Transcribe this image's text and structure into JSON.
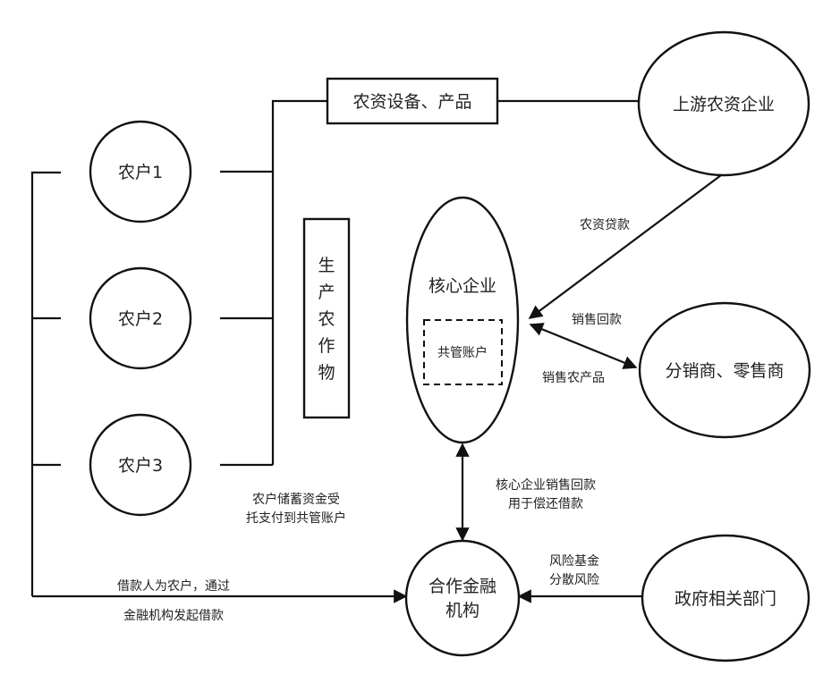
{
  "nodes": {
    "farmer1": "农户1",
    "farmer2": "农户2",
    "farmer3": "农户3",
    "supplies": "农资设备、产品",
    "upstream": "上游农资企业",
    "crops": [
      "生",
      "产",
      "农",
      "作",
      "物"
    ],
    "core": "核心企业",
    "escrow": "共管账户",
    "distributor": "分销商、零售商",
    "finance": [
      "合作金融",
      "机构"
    ],
    "government": "政府相关部门"
  },
  "edges": {
    "loan_supplies": "农资贷款",
    "sales_payment": "销售回款",
    "sell_products": "销售农产品",
    "escrow_note": [
      "农户储蓄资金受",
      "托支付到共管账户"
    ],
    "repay_note": [
      "核心企业销售回款",
      "用于偿还借款"
    ],
    "borrow_note": [
      "借款人为农户，通过",
      "金融机构发起借款"
    ],
    "risk_note": [
      "风险基金",
      "分散风险"
    ]
  }
}
